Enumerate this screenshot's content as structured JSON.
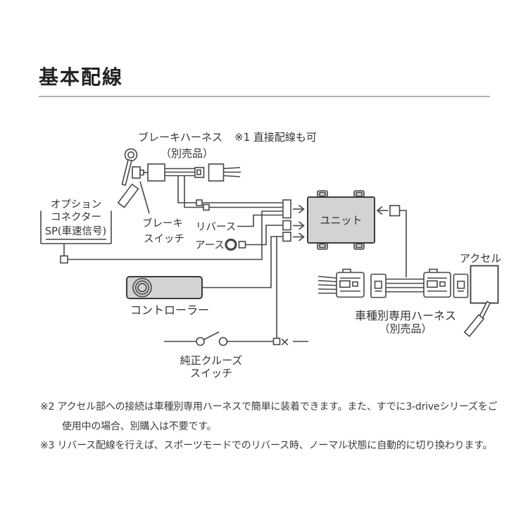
{
  "page_title": {
    "text": "基本配線"
  },
  "diagram": {
    "labels": {
      "brake_harness": "ブレーキハーネス",
      "brake_harness_note": "※1 直接配線も可",
      "sold_separately_top": "（別売品）",
      "option_line1": "オプション",
      "option_line2": "コネクター",
      "option_line3": "SP(車速信号)",
      "brake_switch_line1": "ブレーキ",
      "brake_switch_line2": "スイッチ",
      "reverse": "リバース",
      "ground": "アース",
      "unit": "ユニット",
      "controller": "コントローラー",
      "oem_cruise_line1": "純正クルーズ",
      "oem_cruise_line2": "スイッチ",
      "vehicle_harness": "車種別専用ハーネス",
      "sold_separately_bottom": "（別売品）",
      "accelerator": "アクセル",
      "cross_mark": "×"
    }
  },
  "footnotes": {
    "note2_line1": "※2 アクセル部への接続は車種別専用ハーネスで簡単に装着できます。また、すでに3-driveシリーズをご",
    "note2_line2": "使用中の場合、別購入は不要です。",
    "note3": "※3 リバース配線を行えば、スポーツモードでのリバース時、ノーマル状態に自動的に切り換わります。"
  },
  "colors": {
    "line": "#474747",
    "box_fill": "#d3d3d3",
    "box_border": "#3b3b3b",
    "rule": "#b3b3b3",
    "text": "#333333"
  }
}
